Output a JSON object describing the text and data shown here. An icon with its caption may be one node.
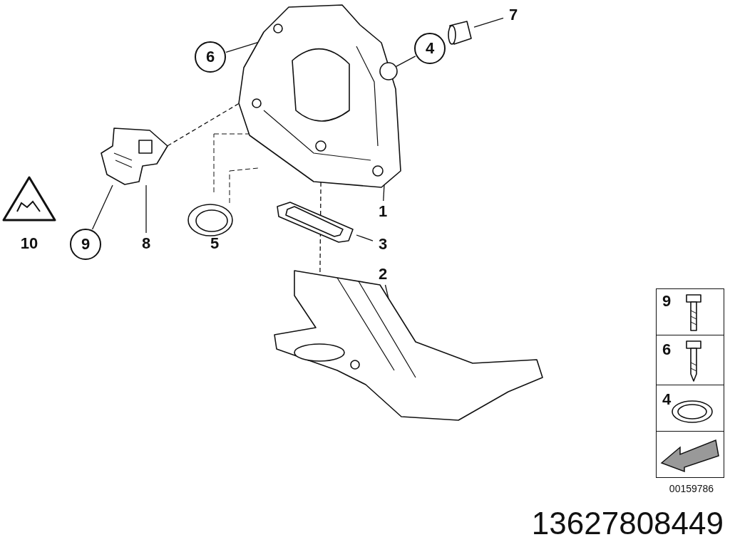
{
  "diagram": {
    "nodes": [
      {
        "text": [
          "6"
        ]
      },
      {
        "text": [
          "4"
        ]
      },
      {
        "text": [
          "7"
        ]
      },
      {
        "text": [
          "1"
        ]
      },
      {
        "text": [
          "3"
        ]
      },
      {
        "text": [
          "2"
        ]
      },
      {
        "text": [
          "8"
        ]
      },
      {
        "text": [
          "9"
        ]
      },
      {
        "text": [],
        "shape": "picture"
      },
      {
        "text": [],
        "shape": "picture"
      },
      {
        "text": [],
        "shape": "picture"
      },
      {
        "text": [],
        "shape": "picture"
      },
      {
        "text": [],
        "shape": "picture"
      }
    ],
    "edges": [
      {
        "from": 0,
        "to": 8,
        "arrow": "none"
      },
      {
        "from": 1,
        "to": 8,
        "arrow": "none"
      },
      {
        "from": 2,
        "to": 9,
        "arrow": "none"
      },
      {
        "from": 3,
        "to": 8,
        "arrow": "none"
      },
      {
        "from": 4,
        "to": 10,
        "arrow": "none"
      },
      {
        "from": 5,
        "to": 11,
        "arrow": "none"
      },
      {
        "from": 6,
        "to": 12,
        "arrow": "none"
      },
      {
        "from": 7,
        "to": 12,
        "arrow": "none"
      },
      {
        "from": 12,
        "to": 8,
        "arrow": "none",
        "style": "dashed"
      },
      {
        "from": 8,
        "to": 11,
        "arrow": "none",
        "style": "dashed"
      }
    ],
    "labels": [
      "5",
      "10",
      "9",
      "6",
      "4",
      "00159786",
      "13627808449"
    ]
  }
}
